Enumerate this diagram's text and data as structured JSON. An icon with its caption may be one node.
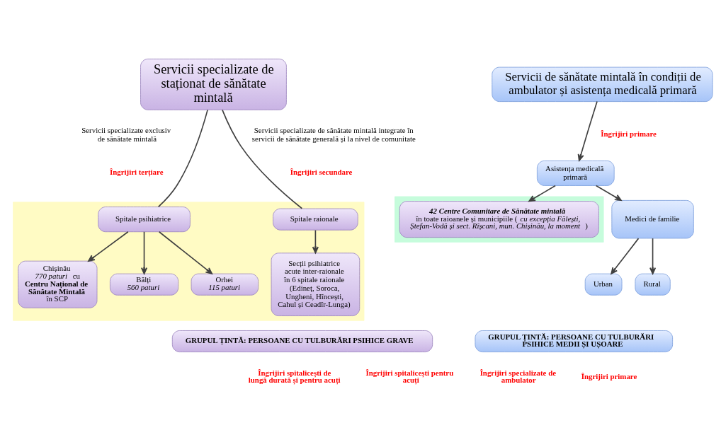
{
  "diagram": {
    "nodes": [
      {
        "text": [
          "Servicii specializate de staționat de sănătate mintală"
        ]
      },
      {
        "text": [
          "Servicii de sănătate mintală în condiții de ambulator și asistența medicală primară"
        ]
      },
      {
        "text": [],
        "shape": "box"
      },
      {
        "text": [
          "Spitale psihiatrice"
        ],
        "in": 2
      },
      {
        "text": [
          "Spitale raionale"
        ],
        "in": 2
      },
      {
        "text": [
          "Chișinău",
          "*770 paturi* cu **Centru Național de Sănătate Mintală** în SCP"
        ],
        "in": 2
      },
      {
        "text": [
          "Bălți",
          "560 paturi"
        ],
        "in": 2
      },
      {
        "text": [
          "Orhei",
          "115 paturi"
        ],
        "in": 2
      },
      {
        "text": [
          "Secții psihiatrice acute inter-raionale în 6 spitale raionale (Edineț, Soroca, Ungheni, Hîncești, Cahul și Ceadîr-Lunga)"
        ],
        "in": 2
      },
      {
        "text": [],
        "shape": "box"
      },
      {
        "text": [
          "42 Centre Comunitare de Sănătate mintală",
          "în toate raioanele și municipiile (*cu excepția Fălești, Ștefan-Vodă și sect. Rîșcani, mun. Chișinău, la moment*)"
        ],
        "in": 9
      },
      {
        "text": [
          "Asistența medicală primară"
        ]
      },
      {
        "text": [
          "Medici de familie"
        ]
      },
      {
        "text": [
          "Urban"
        ]
      },
      {
        "text": [
          "Rural"
        ]
      },
      {
        "text": [
          "GRUPUL ȚINTĂ: PERSOANE CU TULBURĂRI PSIHICE GRAVE"
        ]
      },
      {
        "text": [
          "GRUPUL ȚINTĂ: PERSOANE CU TULBURĂRI PSIHICE MEDII ȘI UȘOARE"
        ]
      }
    ],
    "edges": [
      {
        "from": 0,
        "to": 3,
        "arrow": "none"
      },
      {
        "from": 0,
        "to": 4,
        "arrow": "none"
      },
      {
        "from": 3,
        "to": 5,
        "arrow": "to"
      },
      {
        "from": 3,
        "to": 6,
        "arrow": "to"
      },
      {
        "from": 3,
        "to": 7,
        "arrow": "to"
      },
      {
        "from": 4,
        "to": 8,
        "arrow": "to"
      },
      {
        "from": 1,
        "to": 11,
        "arrow": "to"
      },
      {
        "from": 11,
        "to": 10,
        "arrow": "to"
      },
      {
        "from": 11,
        "to": 12,
        "arrow": "to"
      },
      {
        "from": 12,
        "to": 13,
        "arrow": "to"
      },
      {
        "from": 12,
        "to": 14,
        "arrow": "to"
      }
    ],
    "labels": [
      "Servicii specializate exclusiv de sănătate mintală",
      "Servicii specializate de sănătate mintală integrate în servicii de sănătate generală și la nivel de comunitate",
      "Îngrijiri primare",
      "Îngrijiri terțiare",
      "Îngrijiri secundare",
      "Îngrijiri spitalicești de lungă durată și pentru acuți",
      "Îngrijiri spitalicești pentru acuți",
      "Îngrijiri specializate de ambulator",
      "Îngrijiri primare"
    ]
  }
}
